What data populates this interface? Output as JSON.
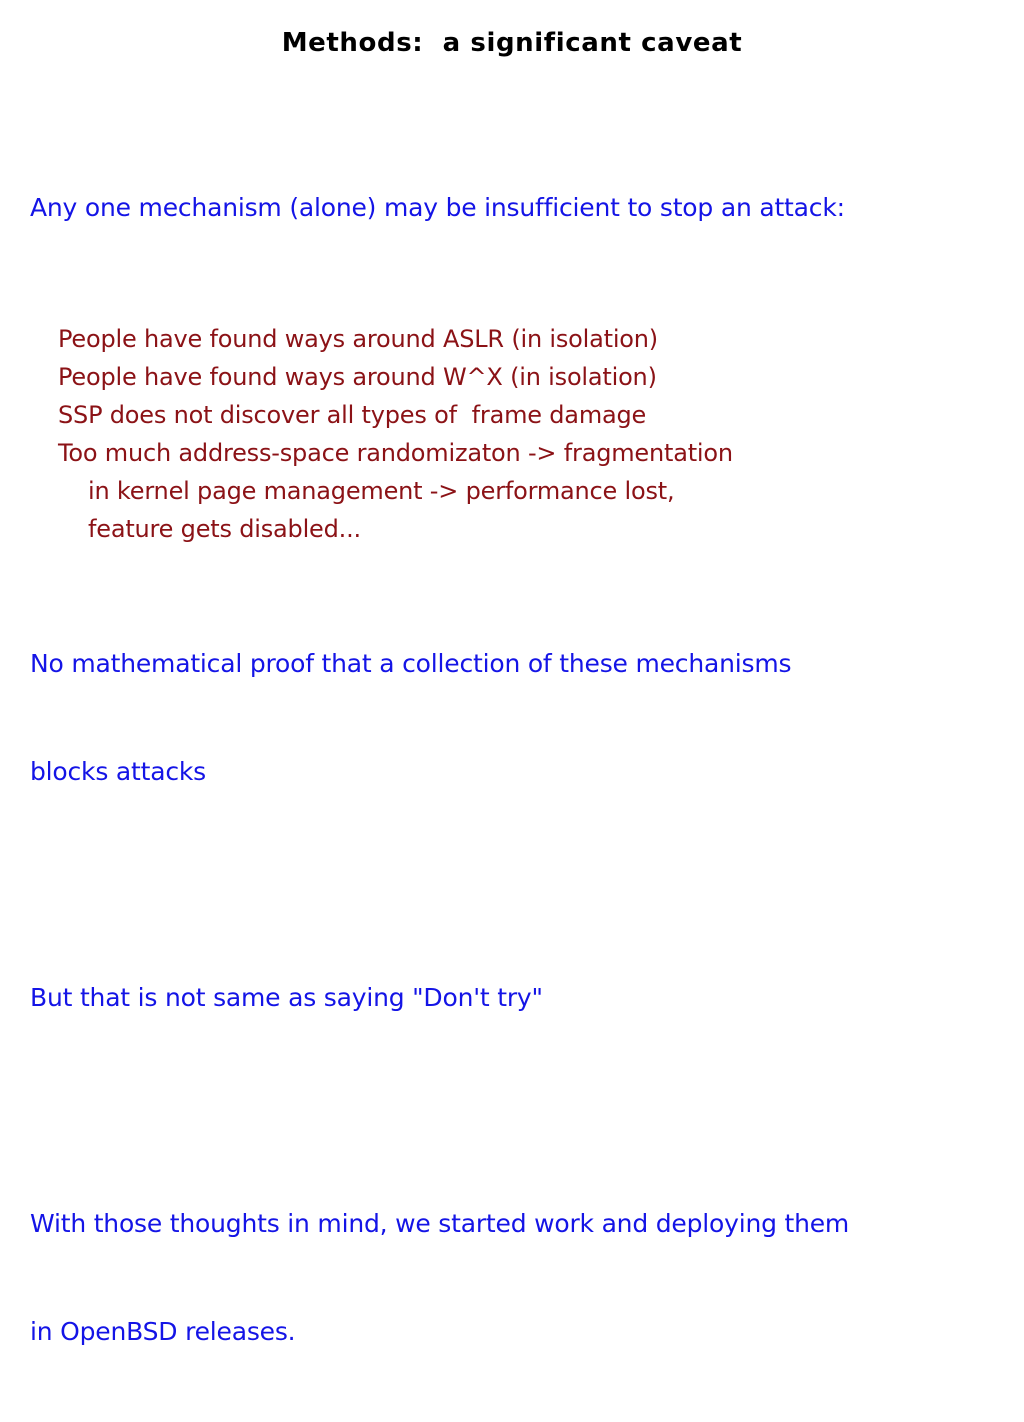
{
  "slide": {
    "title": "Methods:  a significant caveat",
    "background_color": "#ffffff",
    "title_color": "#000000",
    "body_color": "#1414e6",
    "list_color": "#8b1216",
    "intro": "Any one mechanism (alone) may be insufficient to stop an attack:",
    "caveats": [
      {
        "text": "People have found ways around ASLR (in isolation)",
        "indent": 0
      },
      {
        "text": "People have found ways around W^X (in isolation)",
        "indent": 0
      },
      {
        "text": "SSP does not discover all types of  frame damage",
        "indent": 0
      },
      {
        "text": "Too much address-space randomizaton -> fragmentation",
        "indent": 0
      },
      {
        "text": "in kernel page management -> performance lost,",
        "indent": 1
      },
      {
        "text": "feature gets disabled...",
        "indent": 1
      }
    ],
    "paragraphs": [
      {
        "lines": [
          "No mathematical proof that a collection of these mechanisms",
          "blocks attacks"
        ]
      },
      {
        "lines": [
          "But that is not same as saying \"Don't try\""
        ]
      },
      {
        "lines": [
          "With those thoughts in mind, we started work and deploying them",
          "in OpenBSD releases."
        ]
      }
    ]
  }
}
